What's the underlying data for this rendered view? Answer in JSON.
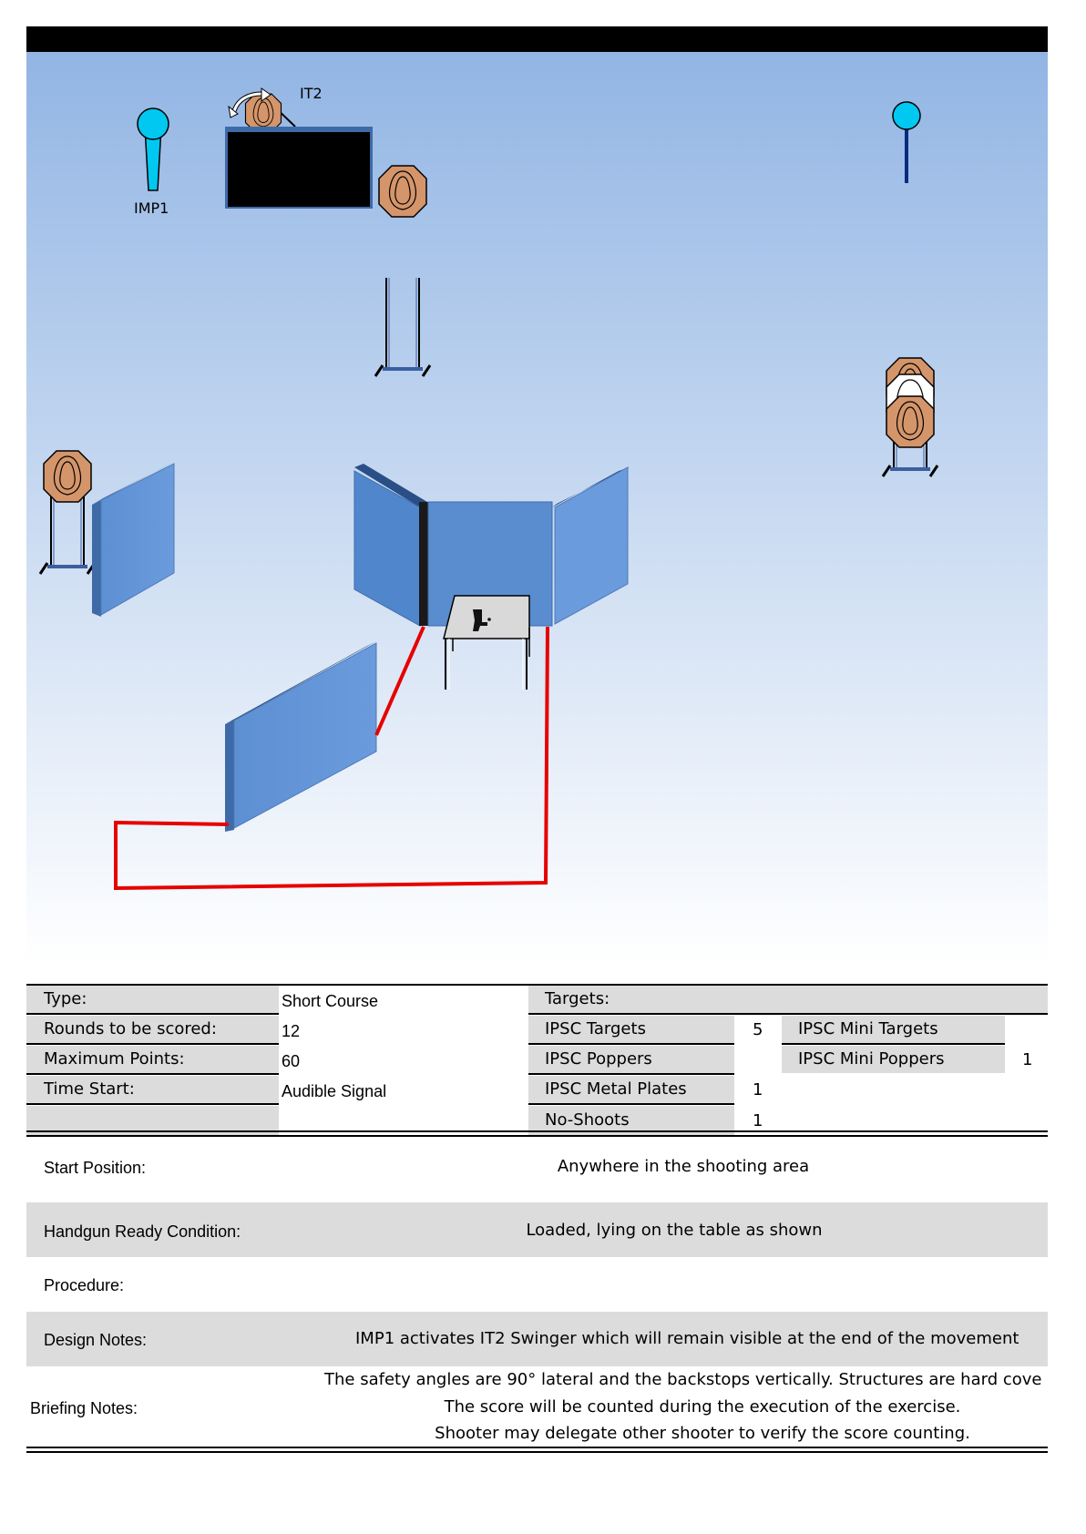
{
  "diagram": {
    "labels": {
      "imp1": "IMP1",
      "it2": "IT2"
    },
    "icons": {
      "swing_arrow": "swing-arrow-icon",
      "handgun": "handgun-icon"
    },
    "colors": {
      "sky_top": "#8fb3e3",
      "sky_bottom": "#ffffff",
      "wall": "#6496d8",
      "wall_dark": "#3f6aa8",
      "target": "#d4956a",
      "popper": "#00c8f0",
      "fault_line": "#e60000"
    }
  },
  "info": {
    "type_label": "Type:",
    "type_value": "Short Course",
    "rounds_label": "Rounds to be scored:",
    "rounds_value": "12",
    "points_label": "Maximum Points:",
    "points_value": "60",
    "start_label": "Time Start:",
    "start_value": "Audible Signal",
    "targets_label": "Targets:",
    "targets": [
      {
        "name": "IPSC Targets",
        "count": "5"
      },
      {
        "name": "IPSC Poppers",
        "count": ""
      },
      {
        "name": "IPSC Metal Plates",
        "count": "1"
      },
      {
        "name": "No-Shoots",
        "count": "1"
      }
    ],
    "mini_targets": [
      {
        "name": "IPSC Mini Targets",
        "count": ""
      },
      {
        "name": "IPSC Mini Poppers",
        "count": "1"
      }
    ]
  },
  "details": {
    "start_position_label": "Start Position:",
    "start_position_value": "Anywhere in the shooting area",
    "ready_label": "Handgun Ready Condition:",
    "ready_value": "Loaded, lying on the table as shown",
    "procedure_label": "Procedure:",
    "procedure_value": "",
    "design_label": "Design Notes:",
    "design_value": "IMP1 activates IT2 Swinger which will remain visible at the end of the movement",
    "briefing_label": "Briefing Notes:",
    "briefing_lines": [
      "The safety angles are 90° lateral and the backstops vertically. Structures are hard cove",
      "The score will be counted during the execution of the exercise.",
      "Shooter may delegate other shooter to verify the score counting."
    ]
  }
}
